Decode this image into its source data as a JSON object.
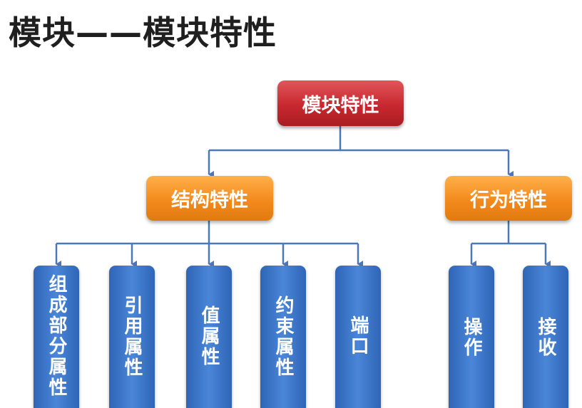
{
  "title": "模块——模块特性",
  "root": {
    "label": "模块特性"
  },
  "categories": [
    {
      "label": "结构特性"
    },
    {
      "label": "行为特性"
    }
  ],
  "structural_items": [
    {
      "label": "组成部分属性"
    },
    {
      "label": "引用属性"
    },
    {
      "label": "值属性"
    },
    {
      "label": "约束属性"
    },
    {
      "label": "端口"
    }
  ],
  "behavioral_items": [
    {
      "label": "操作"
    },
    {
      "label": "接收"
    }
  ],
  "colors": {
    "root": "#c8282f",
    "category": "#f48a1c",
    "leaf": "#3a74c7",
    "connector": "#4a78b8"
  }
}
